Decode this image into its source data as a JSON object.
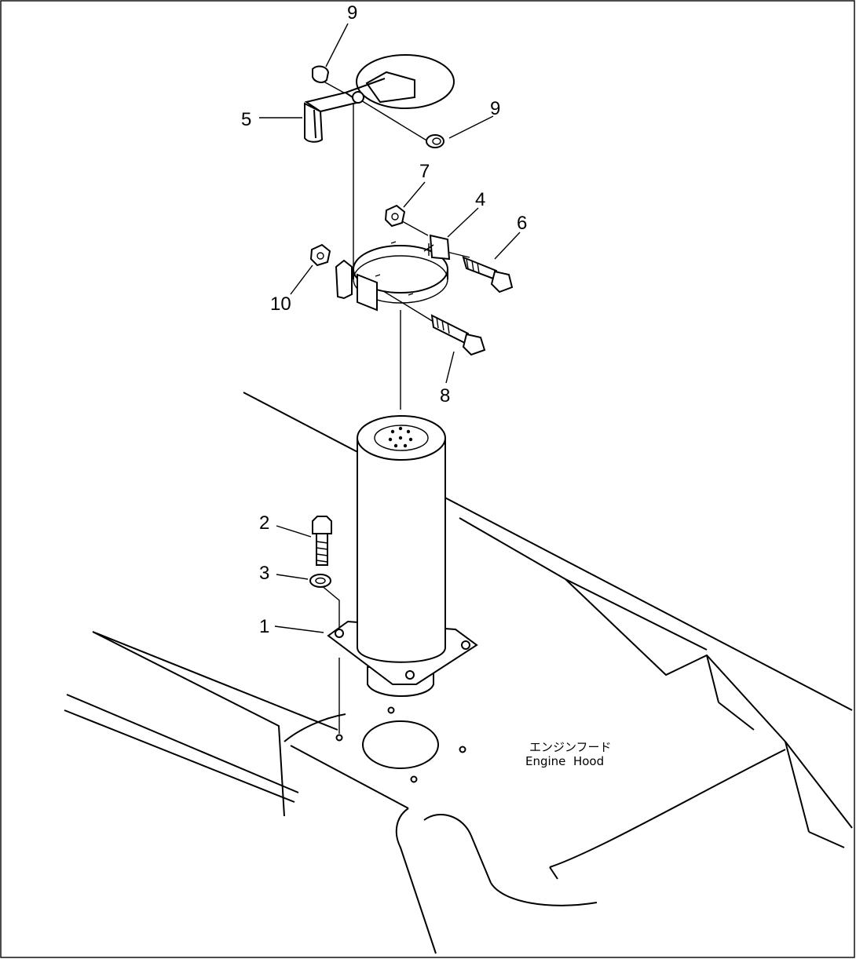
{
  "diagram": {
    "callouts": [
      "9",
      "5",
      "9",
      "7",
      "4",
      "6",
      "10",
      "8",
      "2",
      "3",
      "1"
    ],
    "hood_label_jp": "エンジンフード",
    "hood_label_en": "Engine  Hood"
  }
}
